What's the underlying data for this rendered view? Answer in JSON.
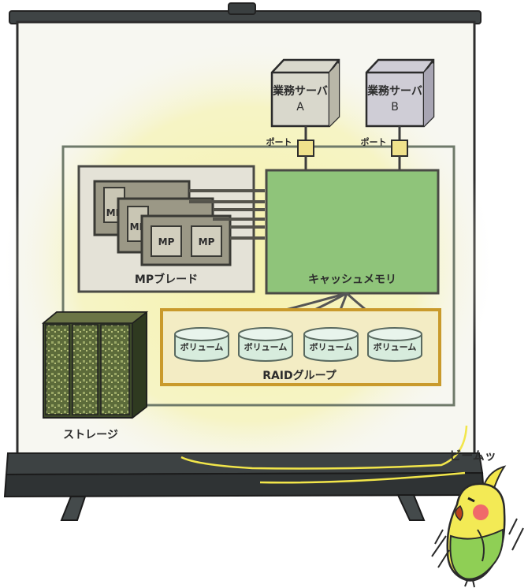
{
  "servers": [
    {
      "label_line1": "業務サーバ",
      "label_line2": "A"
    },
    {
      "label_line1": "業務サーバ",
      "label_line2": "B"
    }
  ],
  "ports": [
    "ポート",
    "ポート"
  ],
  "mp_blade": {
    "label": "MPブレード",
    "chip_label": "MP"
  },
  "cache": {
    "label": "キャッシュメモリ"
  },
  "raid": {
    "label": "RAIDグループ",
    "volumes": [
      "ボリューム",
      "ボリューム",
      "ボリューム",
      "ボリューム"
    ]
  },
  "storage": {
    "label": "ストレージ"
  },
  "bird": {
    "exclamation": "ビームッ"
  },
  "colors": {
    "screen": "#f7f7f1",
    "glow": "#f4f3b8",
    "cache_green": "#8fc47a",
    "raid_border": "#c99a2c",
    "blade_gray": "#9b9886",
    "frame_dark": "#4a4e4f"
  }
}
